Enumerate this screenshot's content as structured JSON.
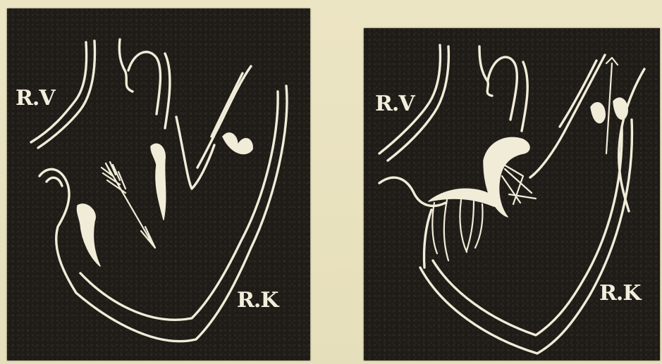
{
  "figures": [
    {
      "id": "left",
      "label_top": "R.V",
      "label_bottom": "R.K"
    },
    {
      "id": "right",
      "label_top": "R.V",
      "label_bottom": "R.K"
    }
  ],
  "colors": {
    "paper": "#e9e2bf",
    "panel": "#1f1c18",
    "lines": "#f1ecd8"
  }
}
